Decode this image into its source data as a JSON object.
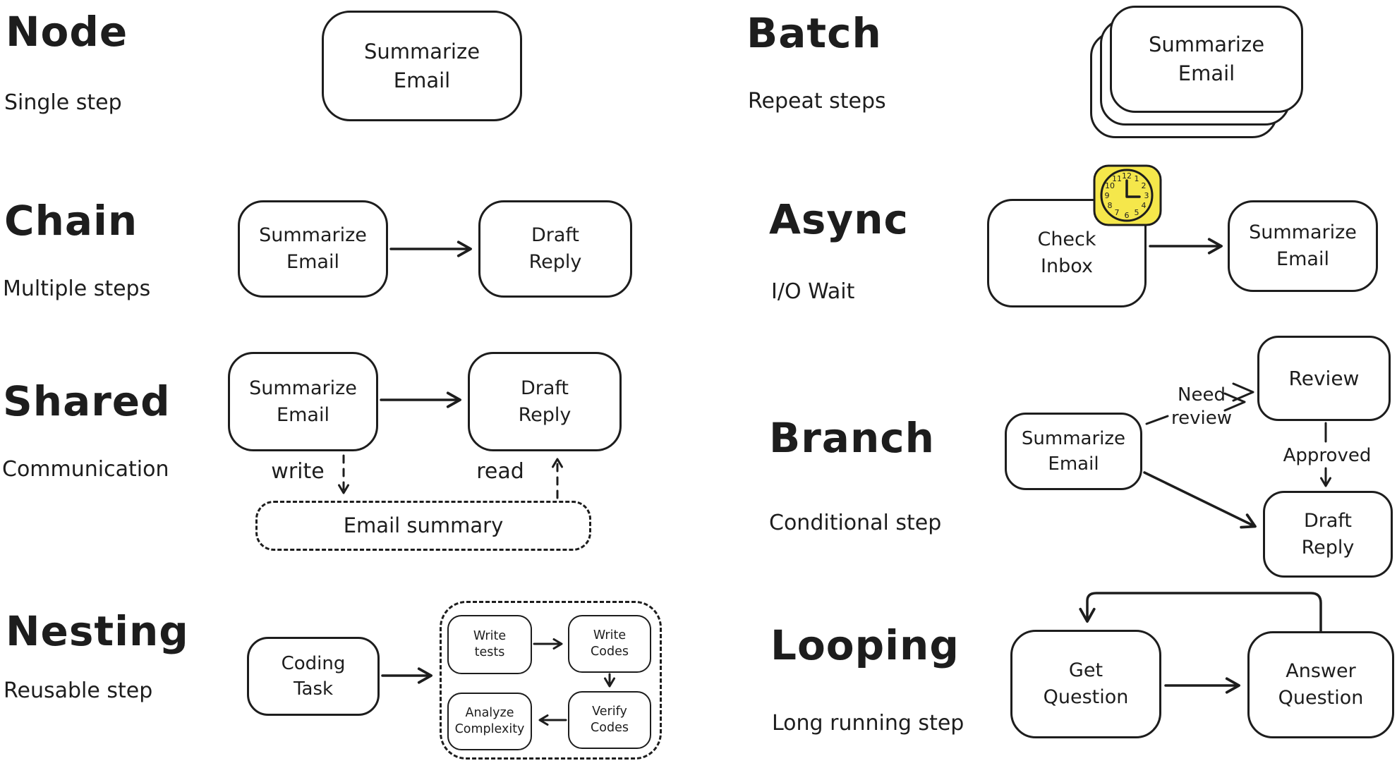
{
  "canvas": {
    "background": "#ffffff",
    "ink": "#1d1d1d",
    "clock_fill": "#f5e74b"
  },
  "sections": {
    "node": {
      "title": "Node",
      "subtitle": "Single step",
      "box": "Summarize\nEmail"
    },
    "chain": {
      "title": "Chain",
      "subtitle": "Multiple steps",
      "box1": "Summarize\nEmail",
      "box2": "Draft\nReply"
    },
    "shared": {
      "title": "Shared",
      "subtitle": "Communication",
      "box1": "Summarize\nEmail",
      "box2": "Draft\nReply",
      "write_label": "write",
      "read_label": "read",
      "store_box": "Email summary"
    },
    "nesting": {
      "title": "Nesting",
      "subtitle": "Reusable step",
      "outer_box": "Coding\nTask",
      "inner_box1": "Write\ntests",
      "inner_box2": "Write\nCodes",
      "inner_box3": "Verify\nCodes",
      "inner_box4": "Analyze\nComplexity"
    },
    "batch": {
      "title": "Batch",
      "subtitle": "Repeat steps",
      "box": "Summarize\nEmail"
    },
    "async": {
      "title": "Async",
      "subtitle": "I/O Wait",
      "box1": "Check\nInbox",
      "box2": "Summarize\nEmail",
      "clock_numerals": [
        "12",
        "1",
        "2",
        "3",
        "4",
        "5",
        "6",
        "7",
        "8",
        "9",
        "10",
        "11"
      ]
    },
    "branch": {
      "title": "Branch",
      "subtitle": "Conditional step",
      "start_box": "Summarize\nEmail",
      "review_box": "Review",
      "reply_box": "Draft\nReply",
      "need_review_label": "Need\nreview",
      "approved_label": "Approved"
    },
    "looping": {
      "title": "Looping",
      "subtitle": "Long running step",
      "box1": "Get\nQuestion",
      "box2": "Answer\nQuestion"
    }
  }
}
